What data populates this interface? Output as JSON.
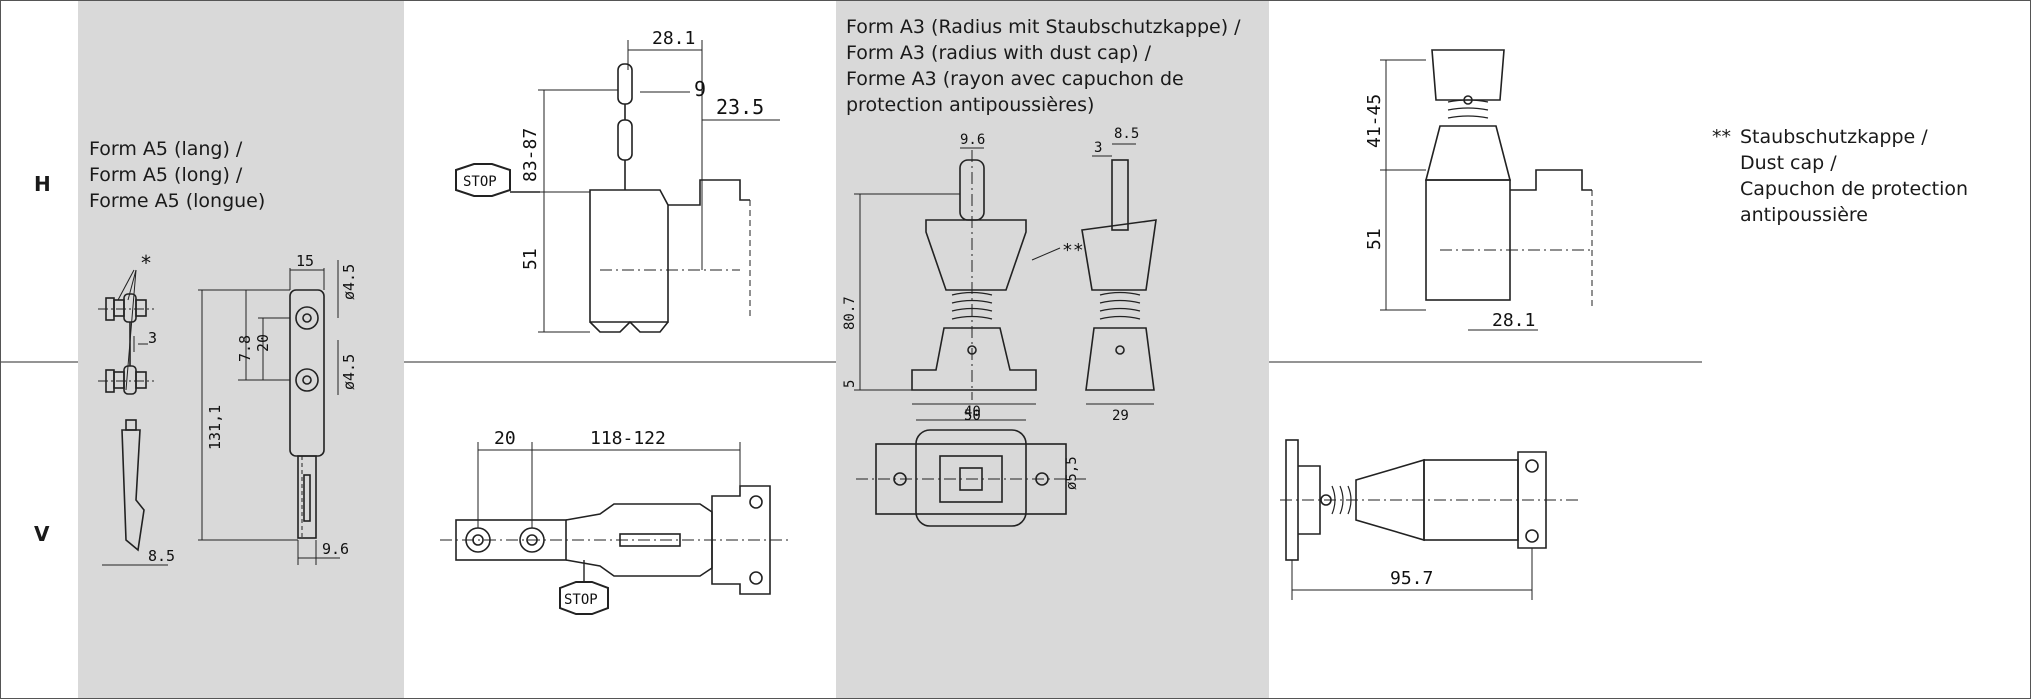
{
  "rows": {
    "h": "H",
    "v": "V"
  },
  "captions": {
    "a5": [
      "Form A5 (lang) /",
      "Form A5 (long) /",
      "Forme A5 (longue)"
    ],
    "a3": [
      "Form A3 (Radius mit Staubschutzkappe) /",
      "Form A3 (radius with dust cap) /",
      "Forme A3 (rayon avec capuchon de",
      "protection antipoussières)"
    ]
  },
  "notes": {
    "marker": "**",
    "lines": [
      "Staubschutzkappe /",
      "Dust cap /",
      "Capuchon de protection",
      "antipoussière"
    ]
  },
  "labels": {
    "stop": "STOP",
    "asterisk": "*",
    "double_asterisk": "**"
  },
  "dimensions": {
    "a5": {
      "w15": "15",
      "d45a": "ø4.5",
      "d45b": "ø4.5",
      "p78": "7.8",
      "p20": "20",
      "p3": "3",
      "l131": "131,1",
      "w85": "8.5",
      "w96": "9.6"
    },
    "h_std": {
      "w281": "28.1",
      "w9": "9",
      "w235": "23.5",
      "h8387": "83-87",
      "h51": "51"
    },
    "v_std": {
      "w20": "20",
      "w118": "118-122"
    },
    "a3": {
      "w96": "9.6",
      "w85": "8.5",
      "w3": "3",
      "h807": "80.7",
      "h5": "5",
      "w50": "50",
      "w29": "29",
      "w40": "40",
      "d55": "ø5,5"
    },
    "h_cap": {
      "h4145": "41-45",
      "h51": "51",
      "w281": "28.1"
    },
    "v_cap": {
      "w957": "95.7"
    }
  },
  "colors": {
    "shade": "#d9d9d9",
    "line": "#222222",
    "border": "#555555"
  }
}
